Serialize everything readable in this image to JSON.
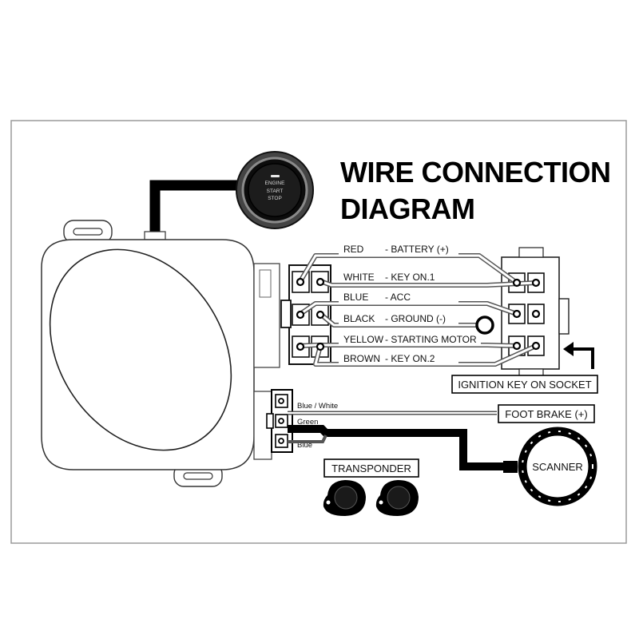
{
  "title": {
    "line1": "WIRE CONNECTION",
    "line2": "DIAGRAM"
  },
  "start_button": {
    "line1": "ENGINE",
    "line2": "START",
    "line3": "STOP"
  },
  "wires": [
    {
      "color": "RED",
      "function": "BATTERY (+)"
    },
    {
      "color": "WHITE",
      "function": "KEY ON.1"
    },
    {
      "color": "BLUE",
      "function": "ACC"
    },
    {
      "color": "BLACK",
      "function": "GROUND (-)"
    },
    {
      "color": "YELLOW",
      "function": "STARTING MOTOR"
    },
    {
      "color": "BROWN",
      "function": "KEY ON.2"
    }
  ],
  "small_wires": [
    "Blue / White",
    "Green",
    "Blue"
  ],
  "labels": {
    "ignition": "IGNITION KEY ON SOCKET",
    "foot_brake": "FOOT BRAKE (+)",
    "transponder": "TRANSPONDER",
    "scanner": "SCANNER"
  }
}
